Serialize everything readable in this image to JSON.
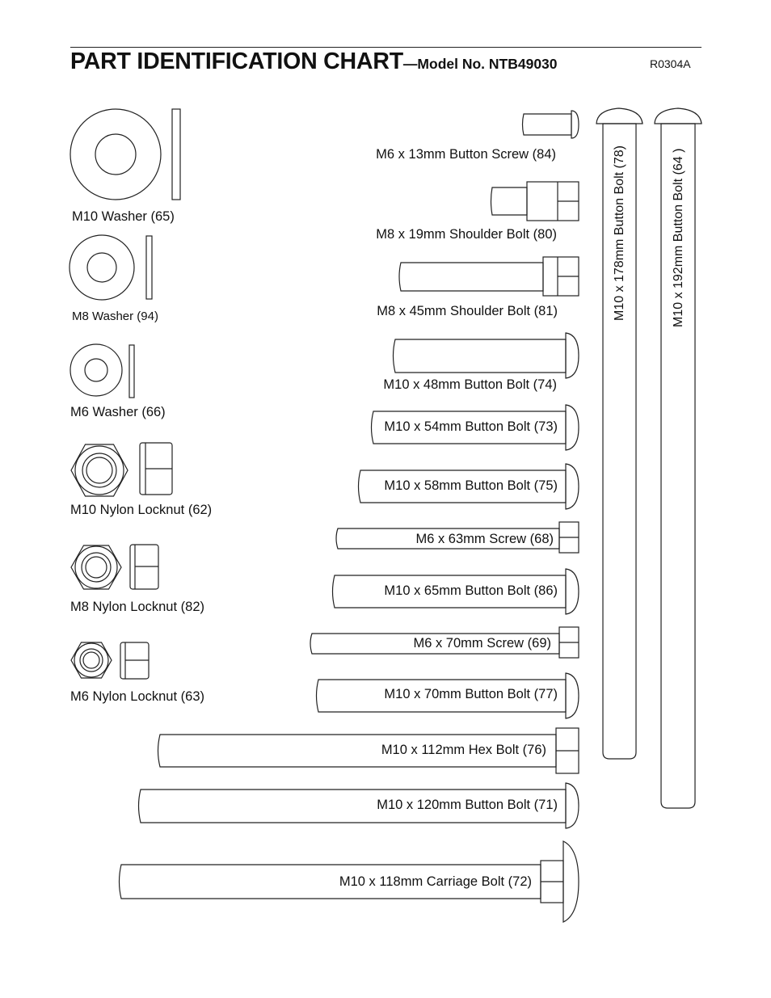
{
  "header": {
    "title": "PART IDENTIFICATION CHART",
    "subtitle": "—Model No. NTB49030",
    "code": "R0304A"
  },
  "parts": {
    "washer_m10": "M10 Washer (65)",
    "washer_m8": "M8 Washer (94)",
    "washer_m6": "M6 Washer (66)",
    "locknut_m10": "M10 Nylon Locknut (62)",
    "locknut_m8": "M8 Nylon Locknut (82)",
    "locknut_m6": "M6 Nylon Locknut (63)",
    "screw_84": "M6 x 13mm Button Screw (84)",
    "bolt_80": "M8 x 19mm Shoulder Bolt (80)",
    "bolt_81": "M8 x 45mm Shoulder Bolt (81)",
    "bolt_74": "M10 x 48mm Button Bolt (74)",
    "bolt_73": "M10 x 54mm Button Bolt (73)",
    "bolt_75": "M10 x 58mm Button Bolt (75)",
    "screw_68": "M6 x 63mm Screw (68)",
    "bolt_86": "M10 x 65mm Button Bolt (86)",
    "screw_69": "M6 x 70mm Screw (69)",
    "bolt_77": "M10 x 70mm Button Bolt (77)",
    "bolt_76": "M10 x 112mm Hex Bolt (76)",
    "bolt_71": "M10 x 120mm Button Bolt (71)",
    "bolt_72": "M10 x 118mm Carriage Bolt (72)",
    "bolt_78": "M10 x 178mm Button Bolt (78)",
    "bolt_64": "M10 x 192mm Button Bolt (64 )"
  }
}
